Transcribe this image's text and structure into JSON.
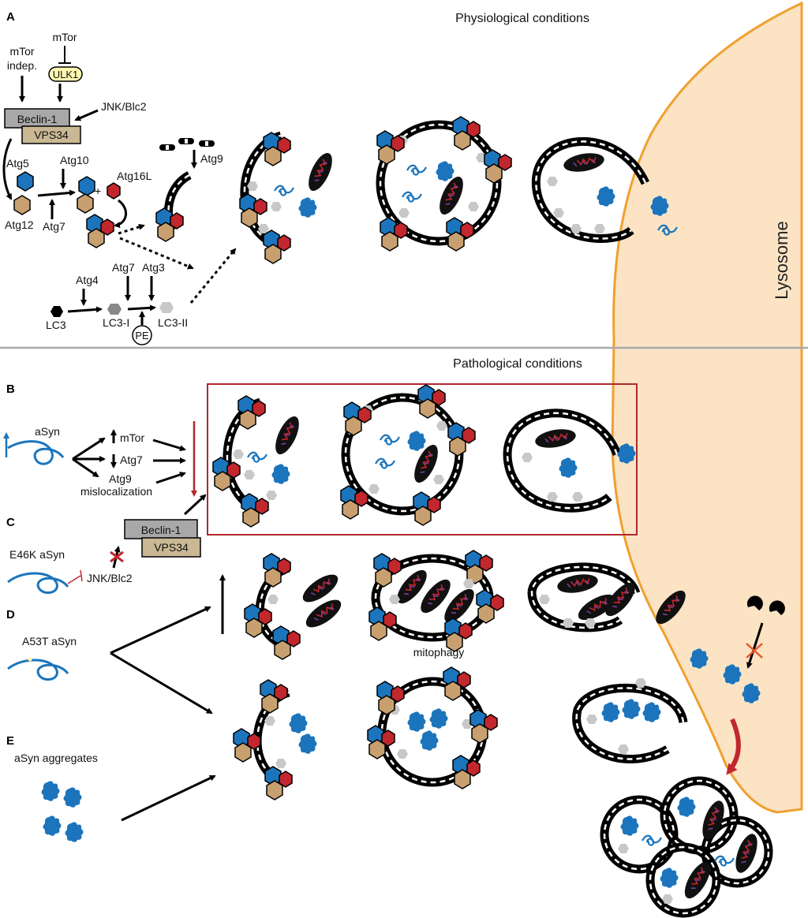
{
  "headers": {
    "physiological": "Physiological conditions",
    "pathological": "Pathological conditions",
    "lysosome": "Lysosome"
  },
  "panels": {
    "a": "A",
    "b": "B",
    "c": "C",
    "d": "D",
    "e": "E"
  },
  "pathway": {
    "mtor": "mTor",
    "mtor_indep_1": "mTor",
    "mtor_indep_2": "indep.",
    "ulk1": "ULK1",
    "beclin": "Beclin-1",
    "vps34": "VPS34",
    "jnk": "JNK/Blc2",
    "atg5": "Atg5",
    "atg12": "Atg12",
    "atg10": "Atg10",
    "atg7": "Atg7",
    "atg16l": "Atg16L",
    "atg9": "Atg9",
    "plus": "+",
    "atg4": "Atg4",
    "atg7b": "Atg7",
    "atg3": "Atg3",
    "lc3": "LC3",
    "lc3i": "LC3-I",
    "lc3ii": "LC3-II",
    "pe": "PE"
  },
  "panel_b": {
    "asyn": "aSyn",
    "mtor": "mTor",
    "atg7": "Atg7",
    "atg9": "Atg9",
    "mislocalization": "mislocalization"
  },
  "panel_c": {
    "e46k": "E46K aSyn",
    "beclin": "Beclin-1",
    "vps34": "VPS34",
    "jnk": "JNK/Blc2"
  },
  "panel_d": {
    "a53t": "A53T aSyn",
    "mitophagy": "mitophagy"
  },
  "panel_e": {
    "aggregates": "aSyn aggregates"
  },
  "colors": {
    "lysosome_fill": "#fbe3c4",
    "lysosome_edge": "#f0a030",
    "blue": "#1c75bc",
    "red": "#c1272d",
    "tan": "#c8a070",
    "gray": "#c8c8c8",
    "highlight_box": "#b0282e",
    "divider": "#aaaaaa"
  }
}
